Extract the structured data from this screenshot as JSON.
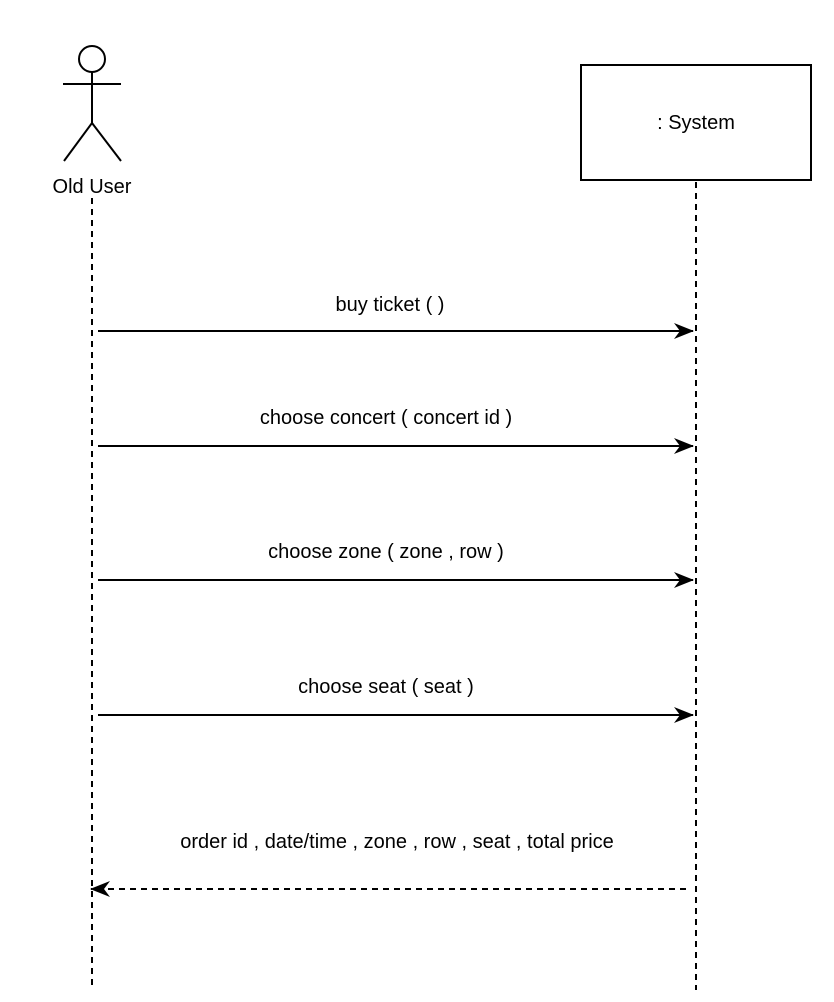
{
  "diagram": {
    "type": "sequence",
    "participants": [
      {
        "id": "old-user",
        "name": "Old User",
        "kind": "actor"
      },
      {
        "id": "system",
        "name": ": System",
        "kind": "object"
      }
    ],
    "messages": [
      {
        "from": "old-user",
        "to": "system",
        "label": "buy ticket ( )",
        "style": "solid"
      },
      {
        "from": "old-user",
        "to": "system",
        "label": "choose concert ( concert id )",
        "style": "solid"
      },
      {
        "from": "old-user",
        "to": "system",
        "label": "choose zone ( zone , row )",
        "style": "solid"
      },
      {
        "from": "old-user",
        "to": "system",
        "label": "choose seat ( seat )",
        "style": "solid"
      },
      {
        "from": "system",
        "to": "old-user",
        "label": "order id , date/time , zone , row , seat , total price",
        "style": "dashed"
      }
    ]
  },
  "colors": {
    "line": "#000000",
    "background": "#ffffff"
  }
}
